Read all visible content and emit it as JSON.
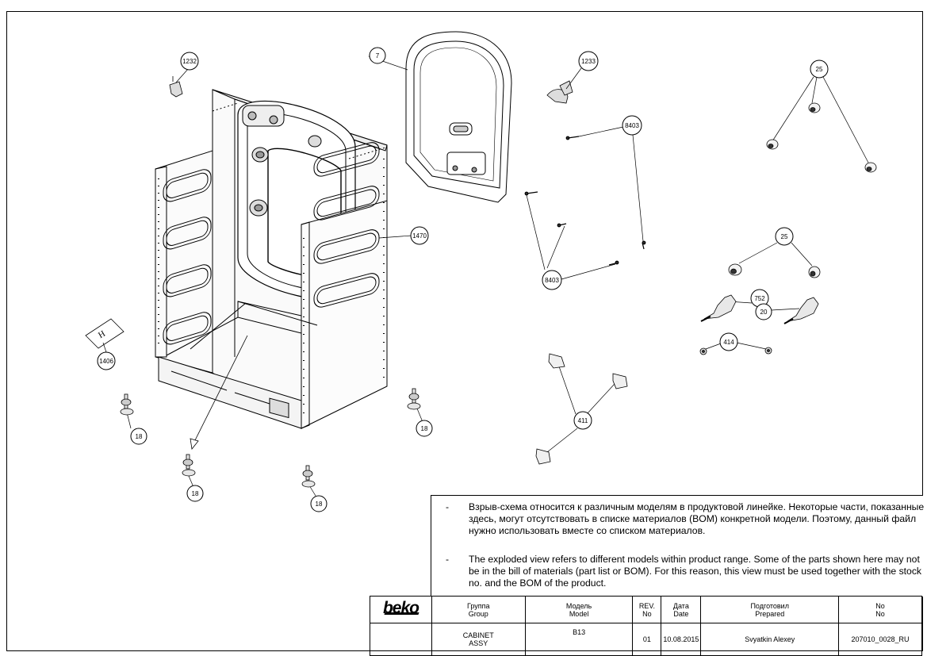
{
  "callouts": [
    {
      "id": "c1232",
      "label": "1232"
    },
    {
      "id": "c7",
      "label": "7"
    },
    {
      "id": "c1233",
      "label": "1233"
    },
    {
      "id": "c8403a",
      "label": "8403"
    },
    {
      "id": "c25a",
      "label": "25"
    },
    {
      "id": "c1470",
      "label": "1470"
    },
    {
      "id": "c8403b",
      "label": "8403"
    },
    {
      "id": "c25b",
      "label": "25"
    },
    {
      "id": "c752",
      "label": "752"
    },
    {
      "id": "c20",
      "label": "20"
    },
    {
      "id": "c414",
      "label": "414"
    },
    {
      "id": "c1406",
      "label": "1406"
    },
    {
      "id": "c411",
      "label": "411"
    },
    {
      "id": "c18a",
      "label": "18"
    },
    {
      "id": "c18b",
      "label": "18"
    },
    {
      "id": "c18c",
      "label": "18"
    },
    {
      "id": "c18d",
      "label": "18"
    }
  ],
  "notes": {
    "bullet": "-",
    "ru": "Взрыв-схема относится к различным моделям в продуктовой линейке. Некоторые части, показанные здесь, могут отсутствовать в списке материалов (BOM) конкретной модели. Поэтому, данный файл нужно использовать вместе со списком материалов.",
    "en": "The exploded view refers to different models within product range. Some of the parts shown here may not be in the bill of materials (part list or BOM). For this reason, this view must be used together with the stock no. and the BOM of the product."
  },
  "title_block": {
    "logo": "beko",
    "headers": {
      "group_ru": "Группа",
      "group_en": "Group",
      "model_ru": "Модель",
      "model_en": "Model",
      "rev_1": "REV.",
      "rev_2": "No",
      "date_ru": "Дата",
      "date_en": "Date",
      "prepared_ru": "Подготовил",
      "prepared_en": "Prepared",
      "no_1": "No",
      "no_2": "No"
    },
    "values": {
      "group_1": "CABINET",
      "group_2": "ASSY",
      "model": "B13",
      "rev": "01",
      "date": "10.08.2015",
      "prepared": "Svyatkin Alexey",
      "no": "207010_0028_RU"
    }
  }
}
